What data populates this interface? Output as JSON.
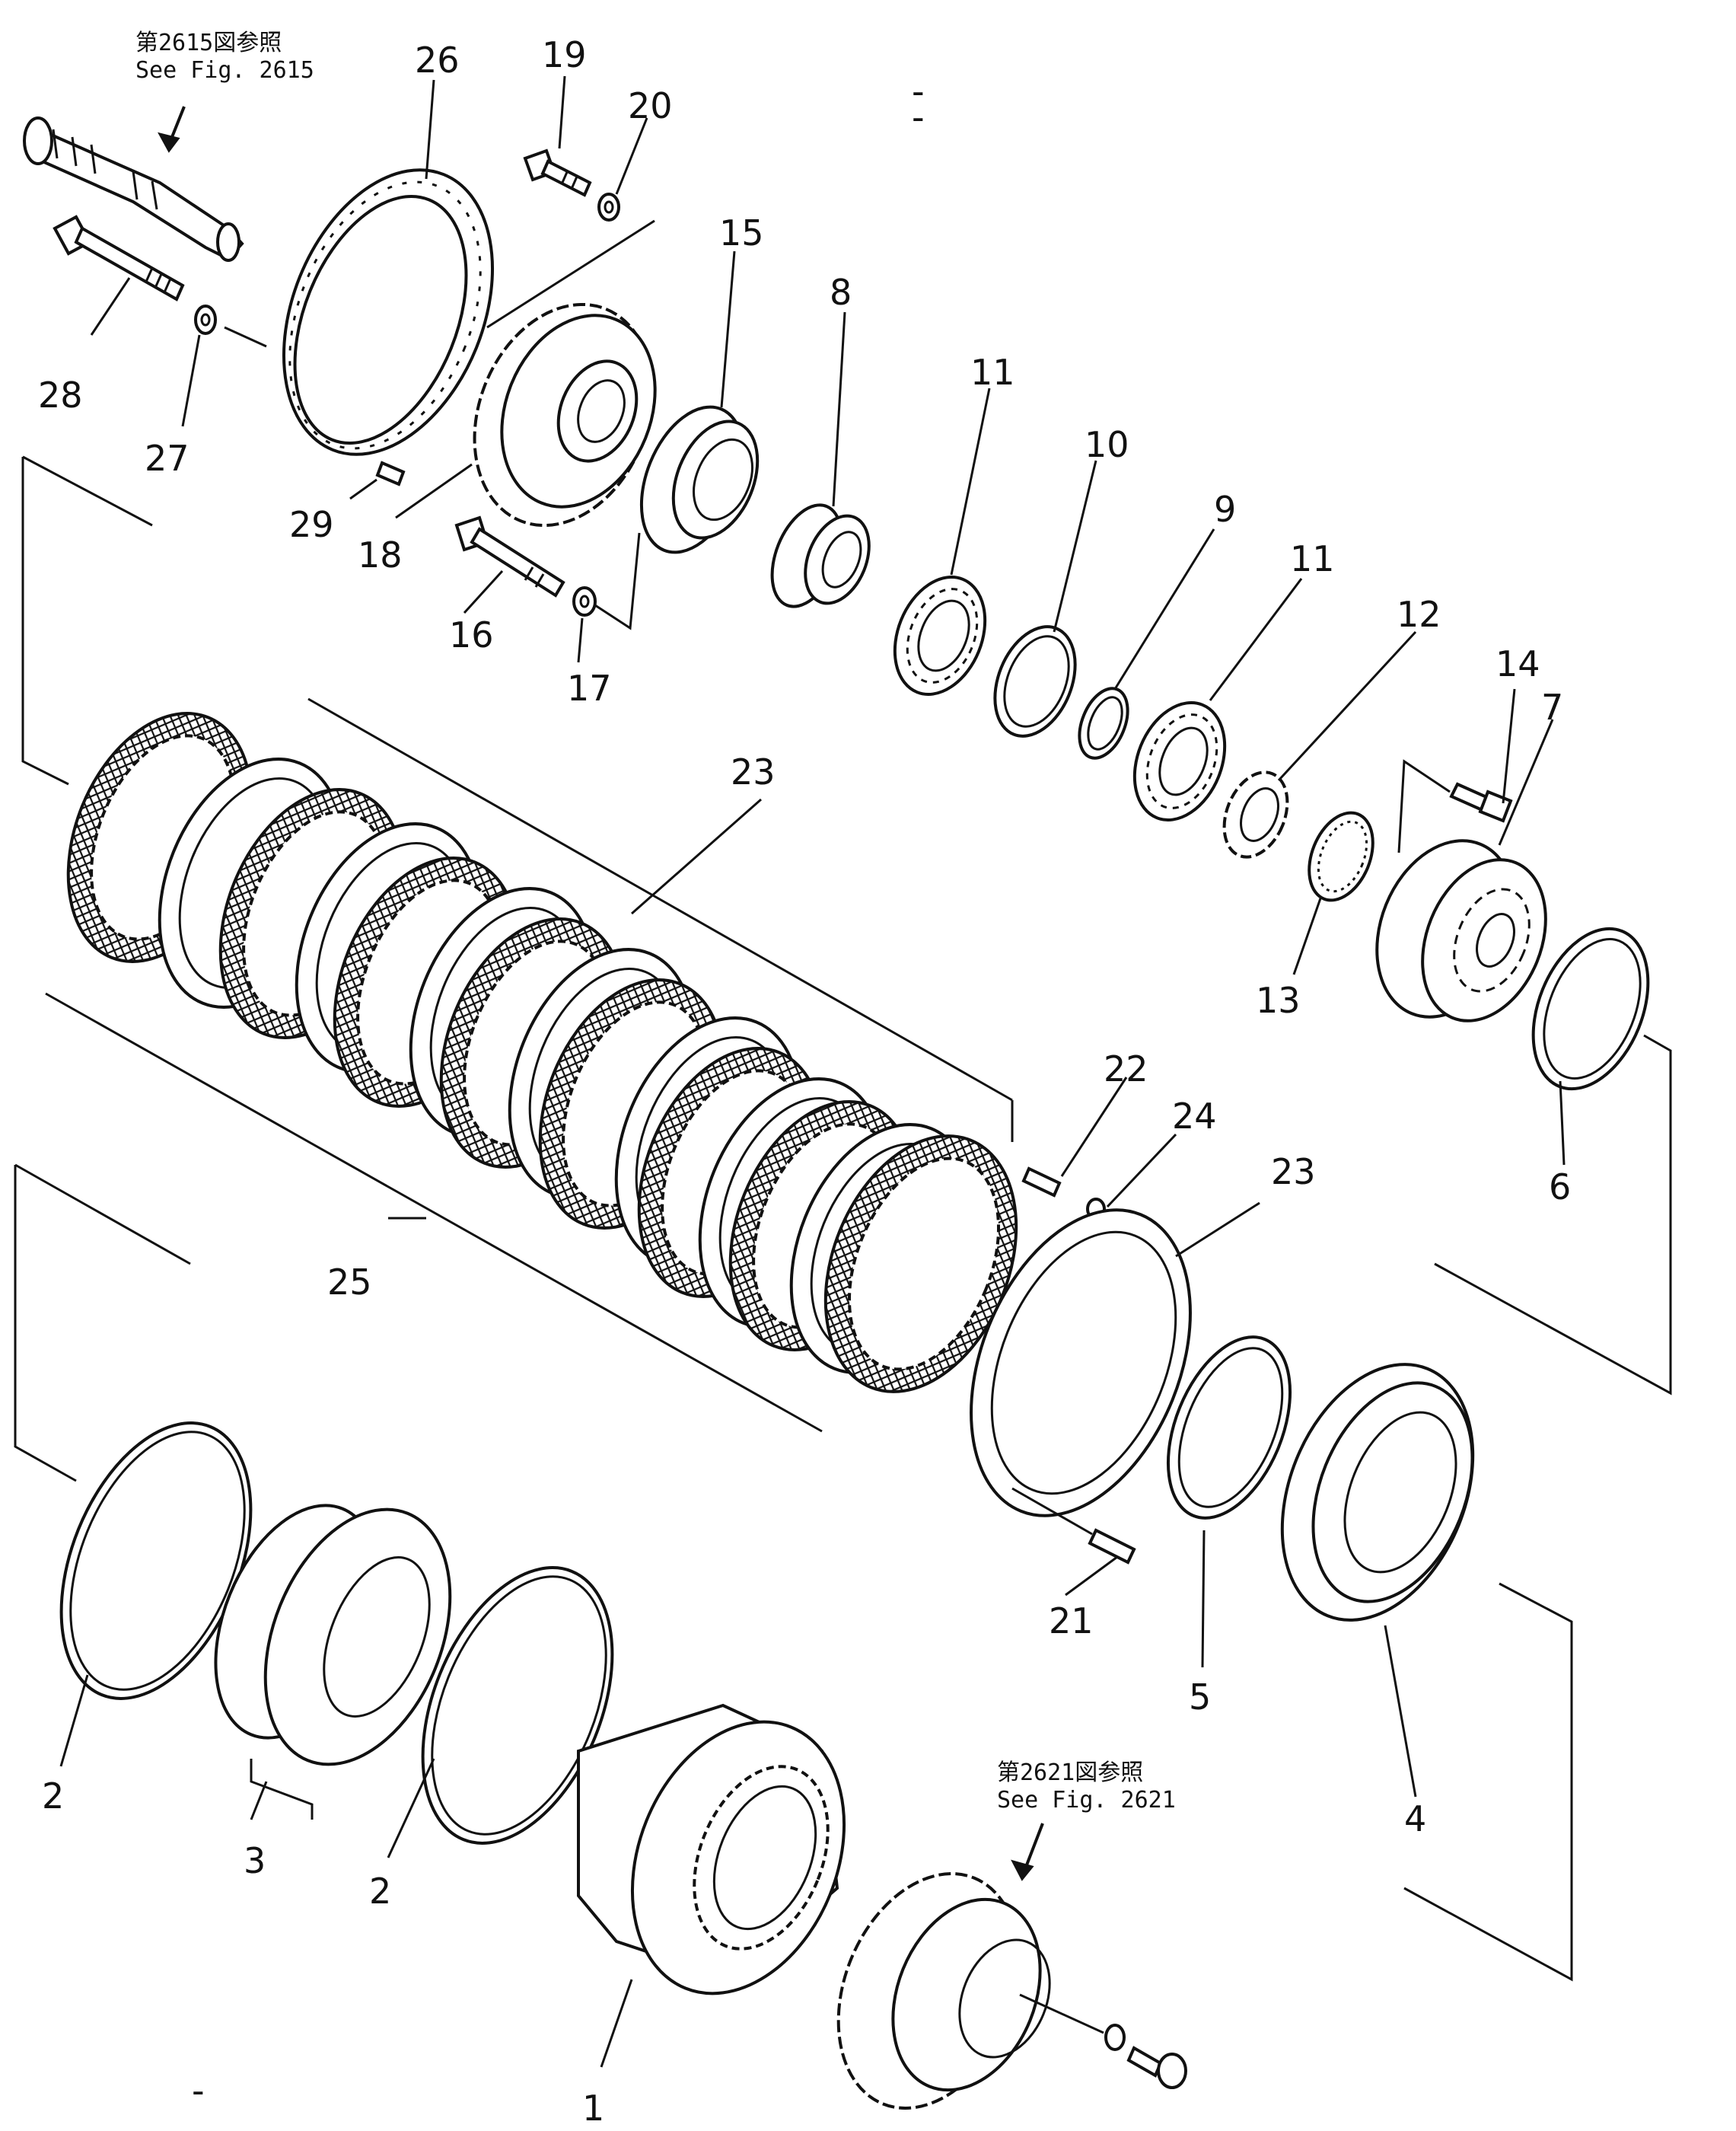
{
  "references": {
    "top_jp": "第2615図参照",
    "top_en": "See  Fig. 2615",
    "bottom_jp": "第2621図参照",
    "bottom_en": "See  Fig. 2621"
  },
  "callouts": {
    "c1": "1",
    "c2a": "2",
    "c2b": "2",
    "c3": "3",
    "c4": "4",
    "c5": "5",
    "c6": "6",
    "c7": "7",
    "c8": "8",
    "c9": "9",
    "c10": "10",
    "c11a": "11",
    "c11b": "11",
    "c12": "12",
    "c13": "13",
    "c14": "14",
    "c15": "15",
    "c16": "16",
    "c17": "17",
    "c18": "18",
    "c19": "19",
    "c20": "20",
    "c21": "21",
    "c22": "22",
    "c23a": "23",
    "c23b": "23",
    "c24": "24",
    "c25": "25",
    "c26": "26",
    "c27": "27",
    "c28": "28",
    "c29": "29"
  },
  "stray_marks": {
    "dash": "-"
  }
}
